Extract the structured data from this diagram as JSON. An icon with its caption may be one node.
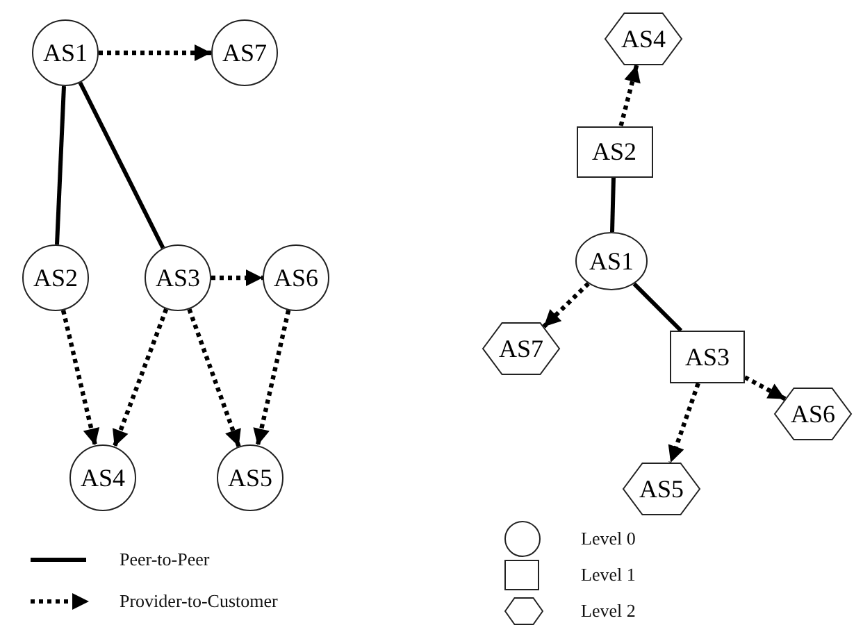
{
  "diagram": {
    "nodes": [
      {
        "text": [
          "AS1"
        ]
      },
      {
        "text": [
          "AS7"
        ]
      },
      {
        "text": [
          "AS2"
        ]
      },
      {
        "text": [
          "AS3"
        ]
      },
      {
        "text": [
          "AS6"
        ]
      },
      {
        "text": [
          "AS4"
        ]
      },
      {
        "text": [
          "AS5"
        ]
      },
      {
        "text": [
          "AS4"
        ]
      },
      {
        "text": [
          "AS2"
        ]
      },
      {
        "text": [
          "AS1"
        ]
      },
      {
        "text": [
          "AS7"
        ]
      },
      {
        "text": [
          "AS3"
        ]
      },
      {
        "text": [
          "AS6"
        ]
      },
      {
        "text": [
          "AS5"
        ]
      }
    ],
    "edges": [
      {
        "from": 0,
        "to": 1,
        "arrow": "to",
        "style": "dashed"
      },
      {
        "from": 0,
        "to": 2,
        "arrow": "none"
      },
      {
        "from": 0,
        "to": 3,
        "arrow": "none"
      },
      {
        "from": 3,
        "to": 4,
        "arrow": "to",
        "style": "dashed"
      },
      {
        "from": 2,
        "to": 5,
        "arrow": "to",
        "style": "dashed"
      },
      {
        "from": 3,
        "to": 5,
        "arrow": "to",
        "style": "dashed"
      },
      {
        "from": 3,
        "to": 6,
        "arrow": "to",
        "style": "dashed"
      },
      {
        "from": 4,
        "to": 6,
        "arrow": "to",
        "style": "dashed"
      },
      {
        "from": 8,
        "to": 7,
        "arrow": "to",
        "style": "dashed"
      },
      {
        "from": 9,
        "to": 8,
        "arrow": "none"
      },
      {
        "from": 9,
        "to": 10,
        "arrow": "to",
        "style": "dashed"
      },
      {
        "from": 9,
        "to": 11,
        "arrow": "none"
      },
      {
        "from": 11,
        "to": 13,
        "arrow": "to",
        "style": "dashed"
      },
      {
        "from": 11,
        "to": 12,
        "arrow": "to",
        "style": "dashed"
      }
    ],
    "legend": [
      {
        "text": "Peer-to-Peer"
      },
      {
        "text": "Provider-to-Customer"
      },
      {
        "text": "Level 0"
      },
      {
        "text": "Level 1"
      },
      {
        "text": "Level 2"
      }
    ]
  }
}
